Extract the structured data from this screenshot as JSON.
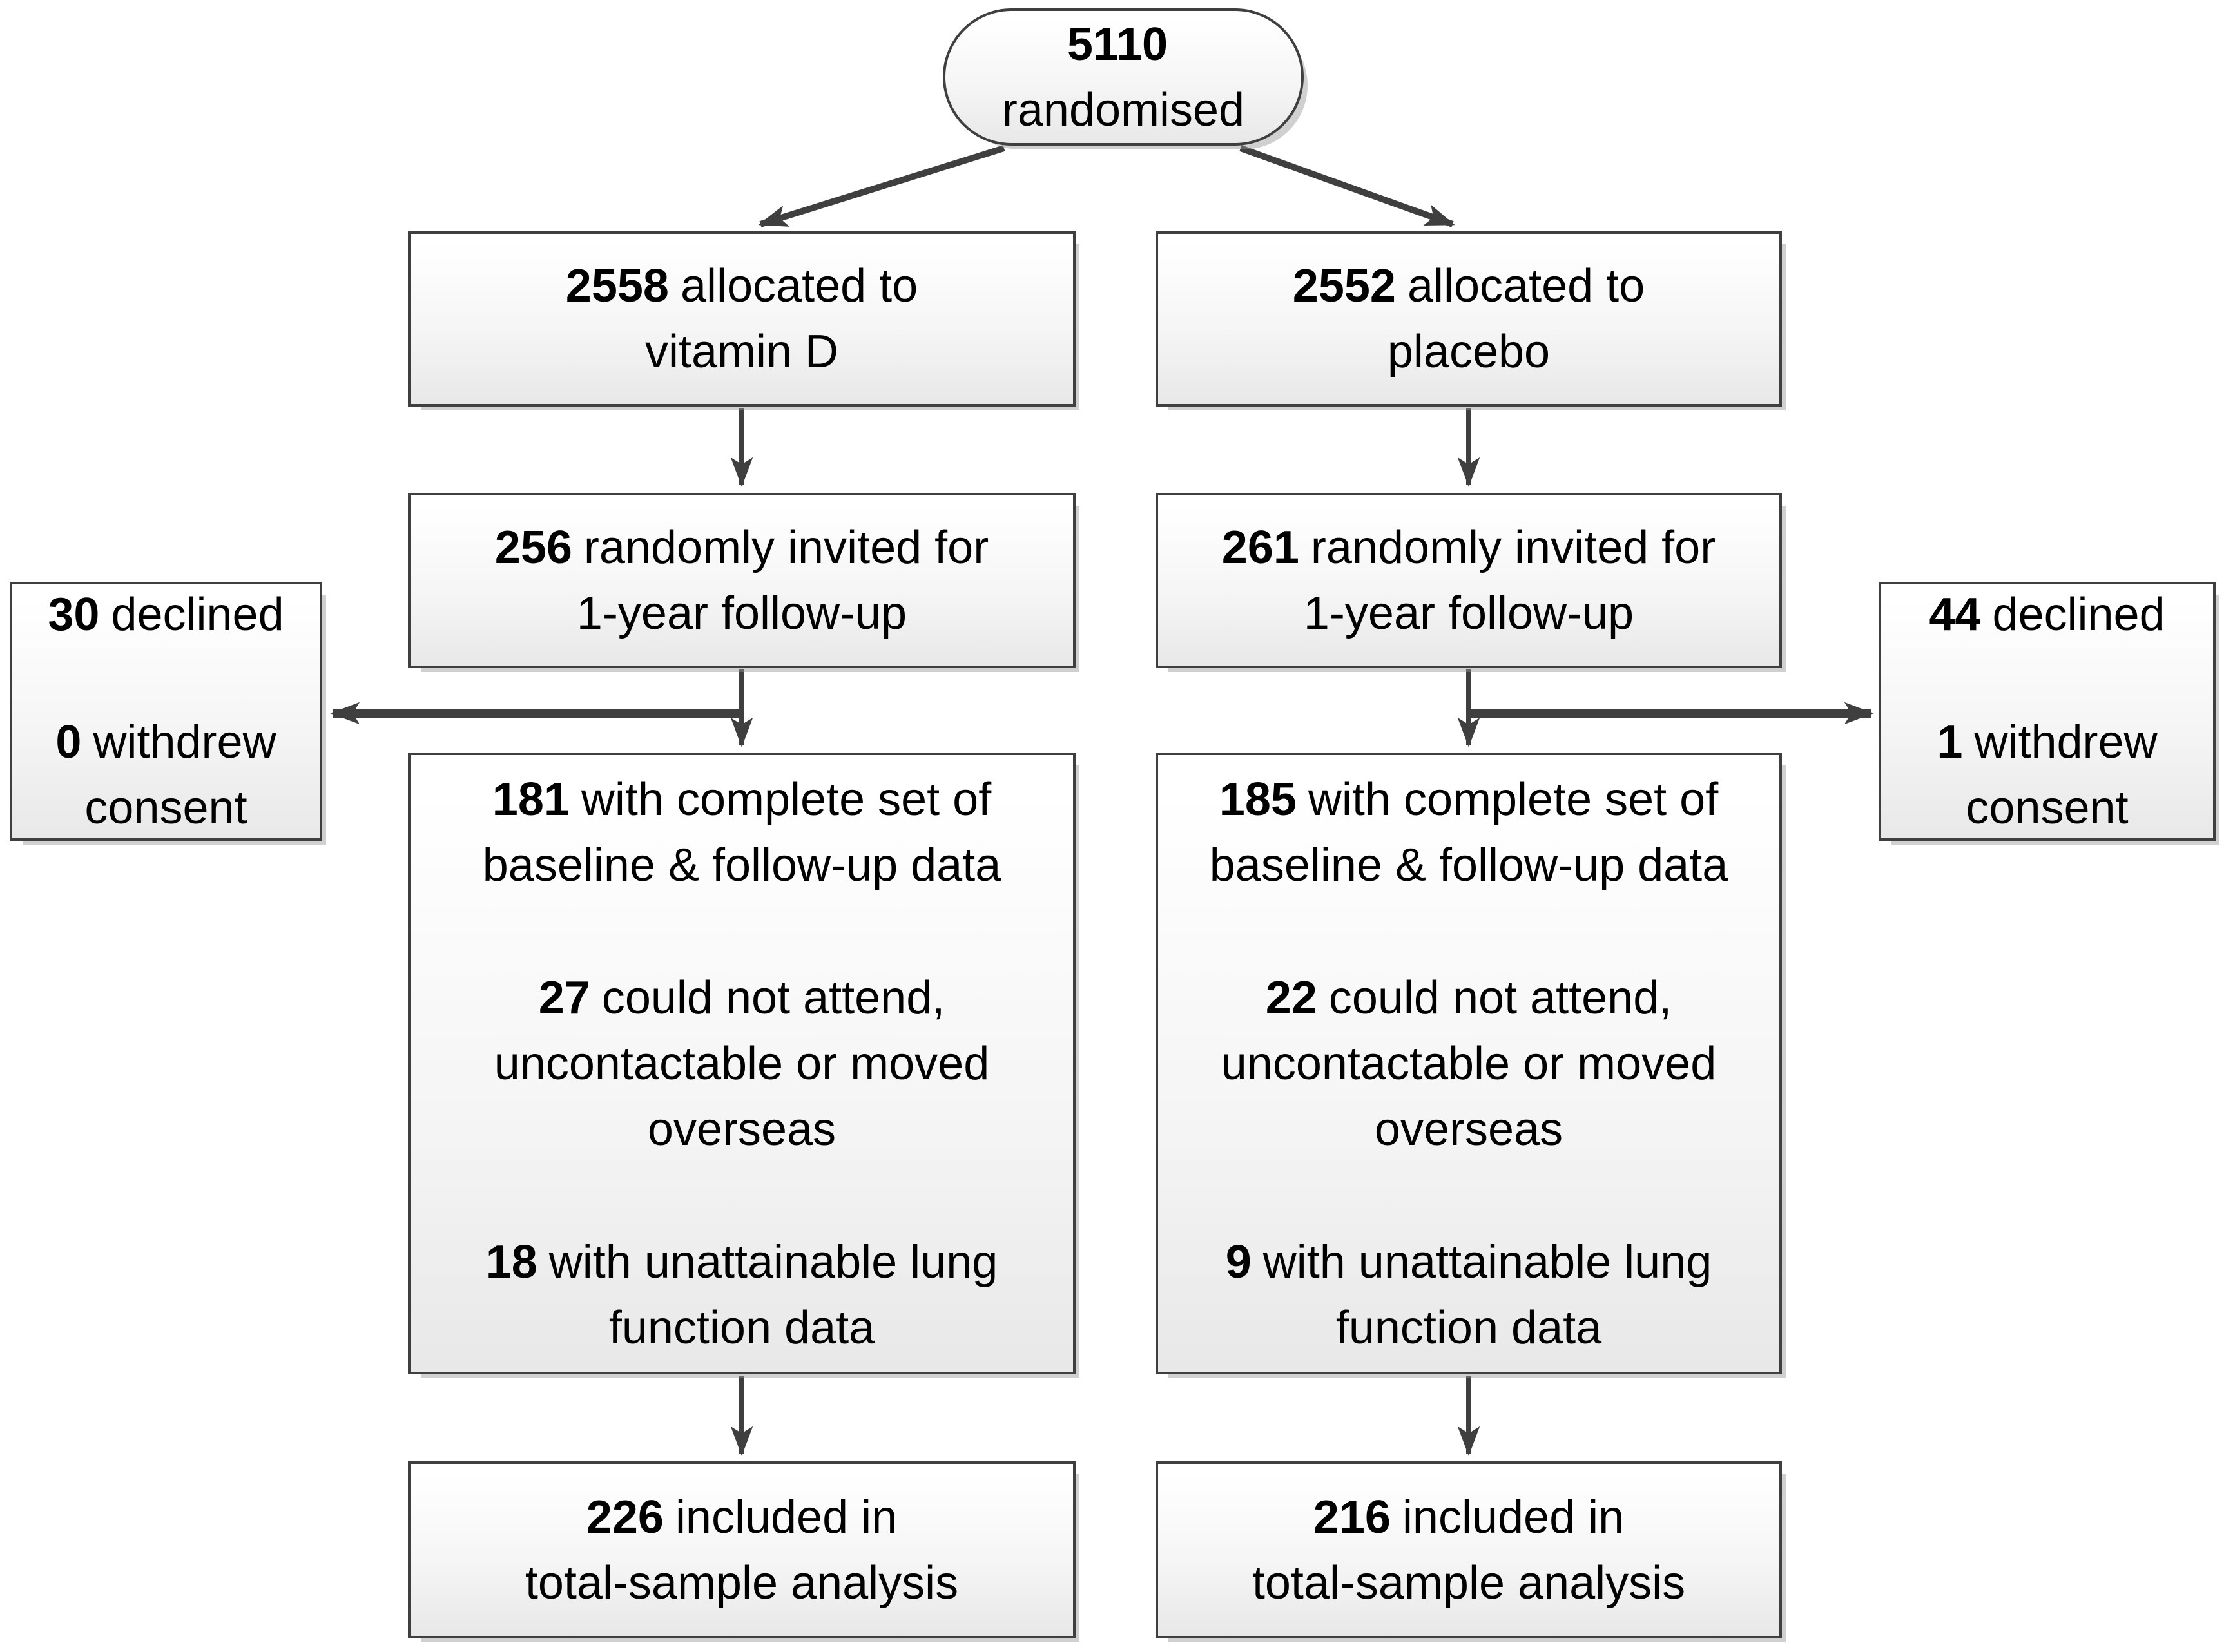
{
  "oval": {
    "num": "5110",
    "label": "randomised"
  },
  "left": {
    "alloc": {
      "num": "2558",
      "l1": "allocated to",
      "l2": "vitamin D"
    },
    "invited": {
      "num": "256",
      "l1": "randomly invited for",
      "l2": "1-year follow-up"
    },
    "side": {
      "declined_num": "30",
      "declined": "declined",
      "withdrew_num": "0",
      "withdrew": "withdrew",
      "consent": "consent"
    },
    "complete": {
      "num": "181",
      "l1": "with complete set of",
      "l2": "baseline & follow-up data"
    },
    "attend": {
      "num": "27",
      "l1": "could not attend,",
      "l2": "uncontactable or moved",
      "l3": "overseas"
    },
    "lung": {
      "num": "18",
      "l1": "with unattainable lung",
      "l2": "function data"
    },
    "included": {
      "num": "226",
      "l1": "included in",
      "l2": "total-sample analysis"
    }
  },
  "right": {
    "alloc": {
      "num": "2552",
      "l1": "allocated to",
      "l2": "placebo"
    },
    "invited": {
      "num": "261",
      "l1": "randomly invited for",
      "l2": "1-year follow-up"
    },
    "side": {
      "declined_num": "44",
      "declined": "declined",
      "withdrew_num": "1",
      "withdrew": "withdrew",
      "consent": "consent"
    },
    "complete": {
      "num": "185",
      "l1": "with complete set of",
      "l2": "baseline & follow-up data"
    },
    "attend": {
      "num": "22",
      "l1": "could not attend,",
      "l2": "uncontactable or moved",
      "l3": "overseas"
    },
    "lung": {
      "num": "9",
      "l1": "with unattainable lung",
      "l2": "function data"
    },
    "included": {
      "num": "216",
      "l1": "included in",
      "l2": "total-sample analysis"
    }
  },
  "colors": {
    "line": "#3f3f3f",
    "border": "#3f3f3f",
    "box_top": "#ffffff",
    "box_bottom": "#e8e8e8"
  }
}
